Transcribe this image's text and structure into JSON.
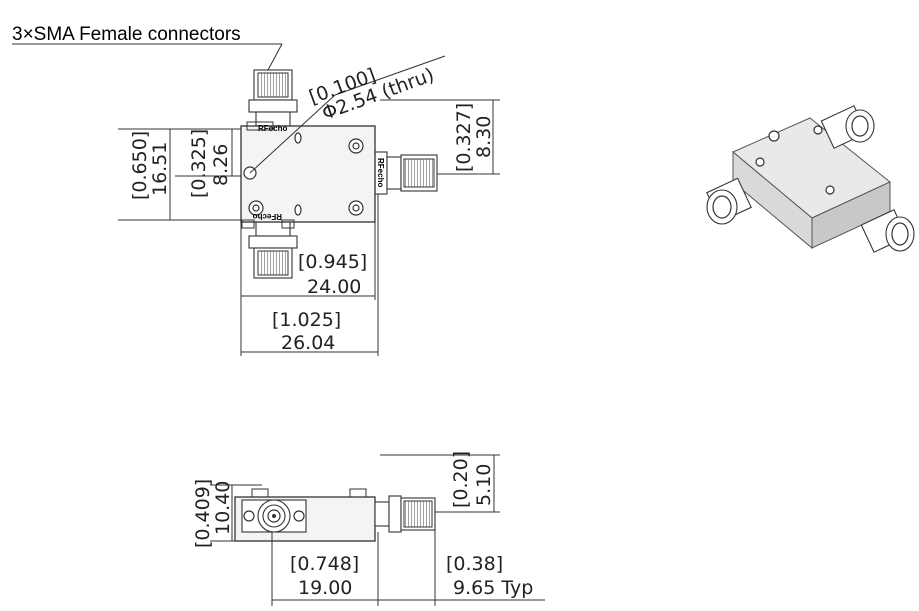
{
  "connectors_label": "3×SMA Female connectors",
  "brand": "RFecho",
  "top_view": {
    "hole_in": "[0.100]",
    "hole_mm": "Φ2.54 (thru)",
    "height_in": "[0.650]",
    "height_mm": "16.51",
    "half_height_in": "[0.325]",
    "half_height_mm": "8.26",
    "side_conn_in": "[0.327]",
    "side_conn_mm": "8.30",
    "body_width_in": "[0.945]",
    "body_width_mm": "24.00",
    "total_width_in": "[1.025]",
    "total_width_mm": "26.04"
  },
  "side_view": {
    "height_in": "[0.409]",
    "height_mm": "10.40",
    "conn_offset_in": "[0.20]",
    "conn_offset_mm": "5.10",
    "length_in": "[0.748]",
    "length_mm": "19.00",
    "conn_len_in": "[0.38]",
    "conn_len_mm": "9.65 Typ"
  }
}
